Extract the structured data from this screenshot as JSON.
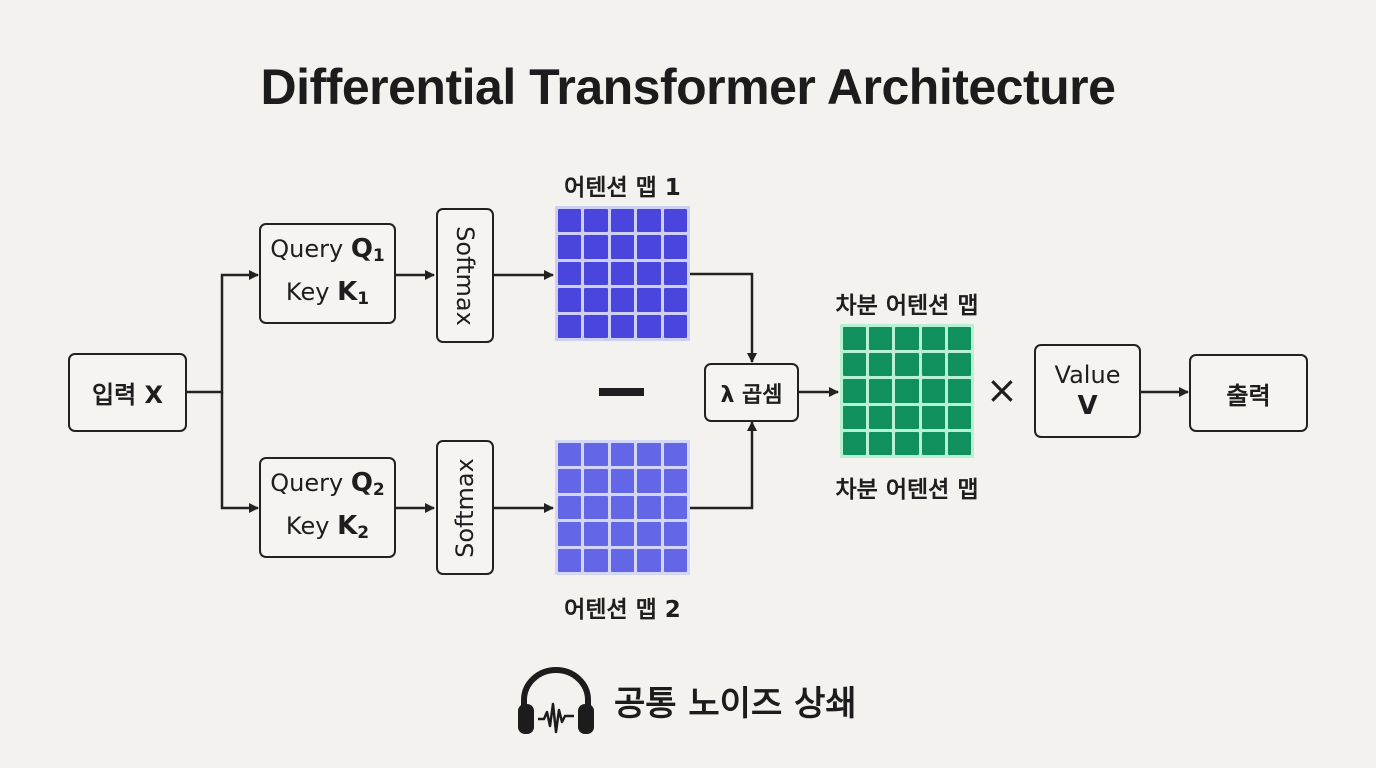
{
  "title": "Differential Transformer Architecture",
  "input": {
    "label": "입력 X"
  },
  "branch1": {
    "query_label": "Query",
    "query_symbol": "Q",
    "query_sub": "1",
    "key_label": "Key",
    "key_symbol": "K",
    "key_sub": "1",
    "softmax": "Softmax",
    "map_label": "어텐션 맵 1",
    "grid_color": "#4a45dc"
  },
  "branch2": {
    "query_label": "Query",
    "query_symbol": "Q",
    "query_sub": "2",
    "key_label": "Key",
    "key_symbol": "K",
    "key_sub": "2",
    "softmax": "Softmax",
    "map_label": "어텐션 맵 2",
    "grid_color": "#6366e6"
  },
  "minus_symbol": "−",
  "lambda_box": {
    "label": "λ 곱셈"
  },
  "diff_map": {
    "label_top": "차분 어텐션 맵",
    "label_bottom": "차분 어텐션 맵",
    "grid_color": "#10905c",
    "grid_line_color": "#b8f0d4"
  },
  "multiply_symbol": "×",
  "value_box": {
    "label": "Value",
    "symbol": "V"
  },
  "output_box": {
    "label": "출력"
  },
  "footer": {
    "icon": "headphones-waveform-icon",
    "text": "공통 노이즈 상쇄"
  },
  "colors": {
    "background": "#f3f2ee",
    "stroke": "#222222",
    "grid1": "#4a45dc",
    "grid2": "#6366e6",
    "grid_diff": "#10905c"
  }
}
